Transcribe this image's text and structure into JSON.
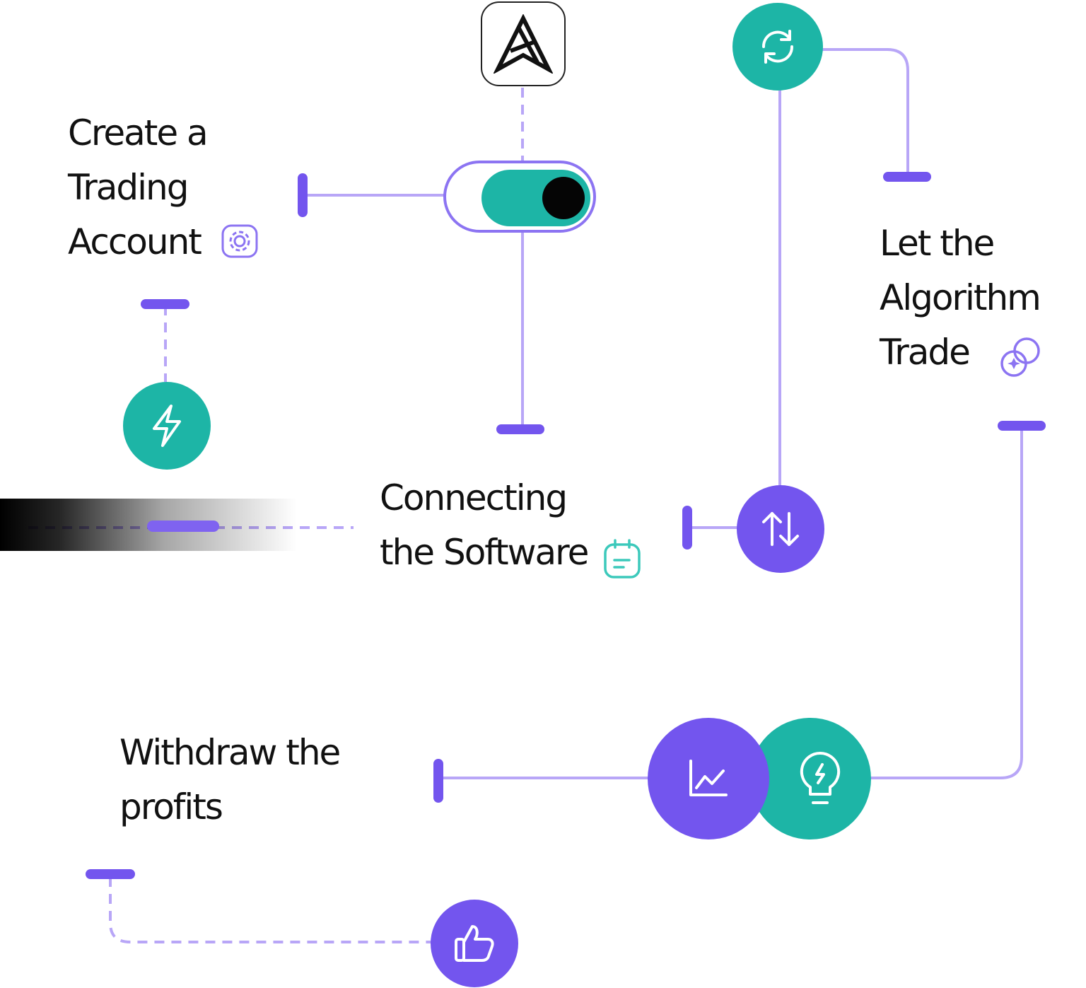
{
  "logo": {
    "icon": "arrow-logo-icon"
  },
  "steps": {
    "create_account": {
      "lines": [
        "Create a",
        "Trading",
        "Account"
      ],
      "icon": "gear-box-icon"
    },
    "connect_software": {
      "lines": [
        "Connecting",
        "the Software"
      ],
      "icon": "notepad-icon"
    },
    "algorithm_trade": {
      "lines": [
        "Let the",
        "Algorithm",
        "Trade"
      ],
      "icon": "coins-icon"
    },
    "withdraw_profits": {
      "lines": [
        "Withdraw the",
        "profits"
      ]
    }
  },
  "nodes": {
    "sync": "refresh-icon",
    "bolt": "lightning-icon",
    "transfer": "up-down-arrows-icon",
    "chart": "line-chart-icon",
    "idea": "lightbulb-icon",
    "like": "thumbs-up-icon"
  },
  "toggle": {
    "state": "on"
  },
  "colors": {
    "teal": "#1db5a6",
    "purple": "#7355ee",
    "line": "#b8a6f7",
    "tick": "#7355ee",
    "text": "#111111"
  }
}
